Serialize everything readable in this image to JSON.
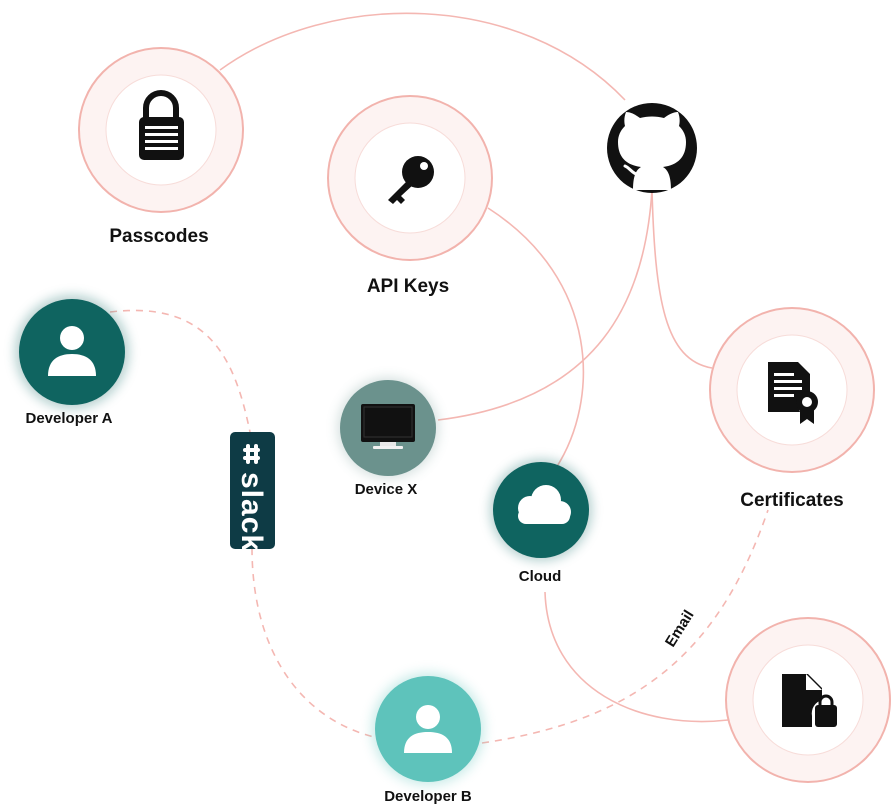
{
  "colors": {
    "line": "#f4b7b2",
    "ring": "#f2b3ad",
    "ring_fill": "#fdf3f2",
    "icon": "#111111",
    "dev_a": "#0f6460",
    "dev_b": "#5ec3bb",
    "device": "#6b928d",
    "cloud": "#0f6460",
    "slack_bg": "#0e3b45"
  },
  "nodes": {
    "passcodes": {
      "label": "Passcodes",
      "icon": "lock-icon"
    },
    "api_keys": {
      "label": "API Keys",
      "icon": "key-icon"
    },
    "github": {
      "icon": "github-icon"
    },
    "certificates": {
      "label": "Certificates",
      "icon": "certificate-icon"
    },
    "locked_file": {
      "icon": "locked-file-icon"
    },
    "developer_a": {
      "label": "Developer A",
      "icon": "user-icon"
    },
    "developer_b": {
      "label": "Developer B",
      "icon": "user-icon"
    },
    "device_x": {
      "label": "Device X",
      "icon": "monitor-icon"
    },
    "cloud": {
      "label": "Cloud",
      "icon": "cloud-icon"
    },
    "slack": {
      "label": "slack",
      "icon": "slack-icon"
    }
  },
  "edges": {
    "email_label": "Email"
  }
}
